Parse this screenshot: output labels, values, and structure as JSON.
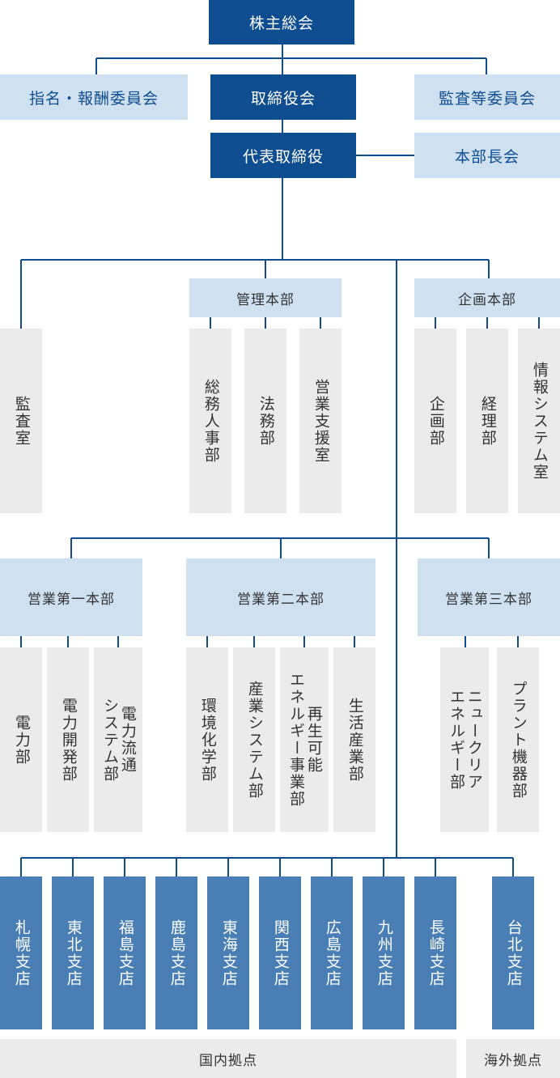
{
  "top": {
    "shareholders": "株主総会",
    "nomination": "指名・報酬委員会",
    "board": "取締役会",
    "audit_committee": "監査等委員会",
    "ceo": "代表取締役",
    "gm_meeting": "本部長会"
  },
  "audit_office": "監査室",
  "admin": {
    "title": "管理本部",
    "depts": [
      "総務人事部",
      "法務部",
      "営業支援室"
    ]
  },
  "planning": {
    "title": "企画本部",
    "depts": [
      "企画部",
      "経理部",
      "情報システム室"
    ]
  },
  "sales1": {
    "title": "営業第一本部",
    "depts": [
      "電力部",
      "電力開発部",
      "電力流通\nシステム部"
    ]
  },
  "sales2": {
    "title": "営業第二本部",
    "depts": [
      "環境化学部",
      "産業システム部",
      "再生可能\nエネルギー事業部",
      "生活産業部"
    ]
  },
  "sales3": {
    "title": "営業第三本部",
    "depts": [
      "ニュークリア\nエネルギー部",
      "プラント機器部"
    ]
  },
  "branches": {
    "domestic": [
      "札幌支店",
      "東北支店",
      "福島支店",
      "鹿島支店",
      "東海支店",
      "関西支店",
      "広島支店",
      "九州支店",
      "長崎支店"
    ],
    "overseas": [
      "台北支店"
    ],
    "domestic_label": "国内拠点",
    "overseas_label": "海外拠点"
  }
}
